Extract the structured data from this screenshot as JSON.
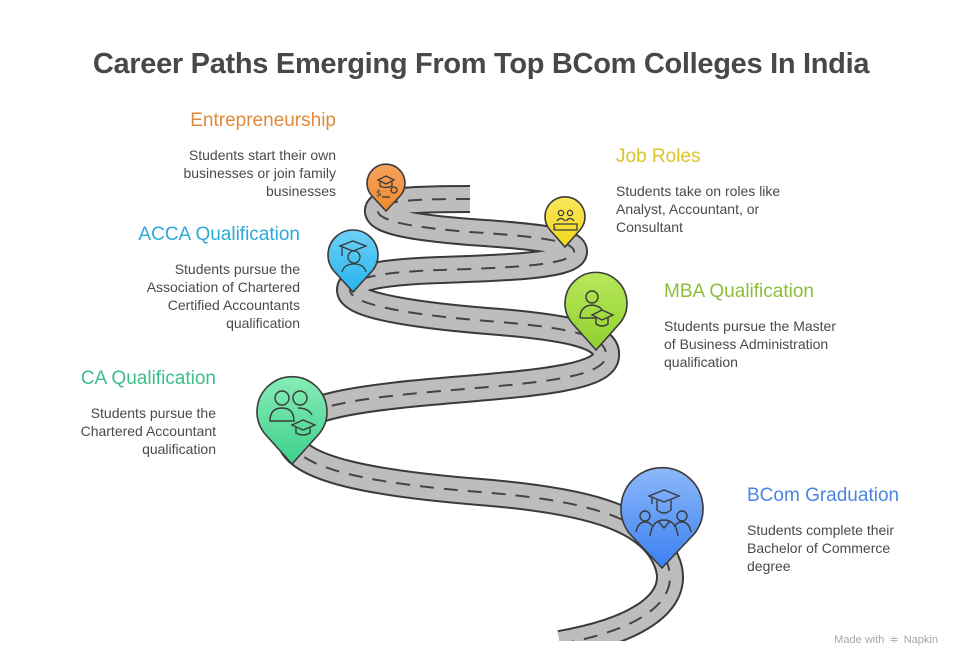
{
  "title": "Career Paths Emerging From Top BCom Colleges In India",
  "steps": [
    {
      "id": "entrepreneurship",
      "title": "Entrepreneurship",
      "lines": [
        "Students start their own",
        "businesses or join family",
        "businesses"
      ],
      "color": "#E08A3C",
      "pin_top": "#F7A35C",
      "pin_bottom": "#EE8A2E",
      "icon": "graduation-money-idea-icon"
    },
    {
      "id": "job-roles",
      "title": "Job Roles",
      "lines": [
        "Students take on roles like",
        "Analyst, Accountant, or",
        "Consultant"
      ],
      "color": "#D9C52A",
      "pin_top": "#FAE65A",
      "pin_bottom": "#F0D81E",
      "icon": "people-at-desk-icon"
    },
    {
      "id": "acca",
      "title": "ACCA Qualification",
      "lines": [
        "Students pursue the",
        "Association of Chartered",
        "Certified Accountants",
        "qualification"
      ],
      "color": "#2BA9D9",
      "pin_top": "#6FD0F7",
      "pin_bottom": "#24B5EE",
      "icon": "graduate-student-icon"
    },
    {
      "id": "mba",
      "title": "MBA Qualification",
      "lines": [
        "Students pursue the Master",
        "of Business Administration",
        "qualification"
      ],
      "color": "#8BBF3A",
      "pin_top": "#B8E85A",
      "pin_bottom": "#8FD02E",
      "icon": "person-graduation-cap-icon"
    },
    {
      "id": "ca",
      "title": "CA Qualification",
      "lines": [
        "Students pursue the",
        "Chartered Accountant",
        "qualification"
      ],
      "color": "#3DBE8A",
      "pin_top": "#86EDB6",
      "pin_bottom": "#3ED08A",
      "icon": "group-graduation-cap-icon"
    },
    {
      "id": "bcom",
      "title": "BCom Graduation",
      "lines": [
        "Students complete their",
        "Bachelor of Commerce",
        "degree"
      ],
      "color": "#4A86E0",
      "pin_top": "#8CB8FA",
      "pin_bottom": "#3C80F0",
      "icon": "graduate-with-peers-icon"
    }
  ],
  "footer": {
    "prefix": "Made with",
    "brand": "Napkin"
  }
}
